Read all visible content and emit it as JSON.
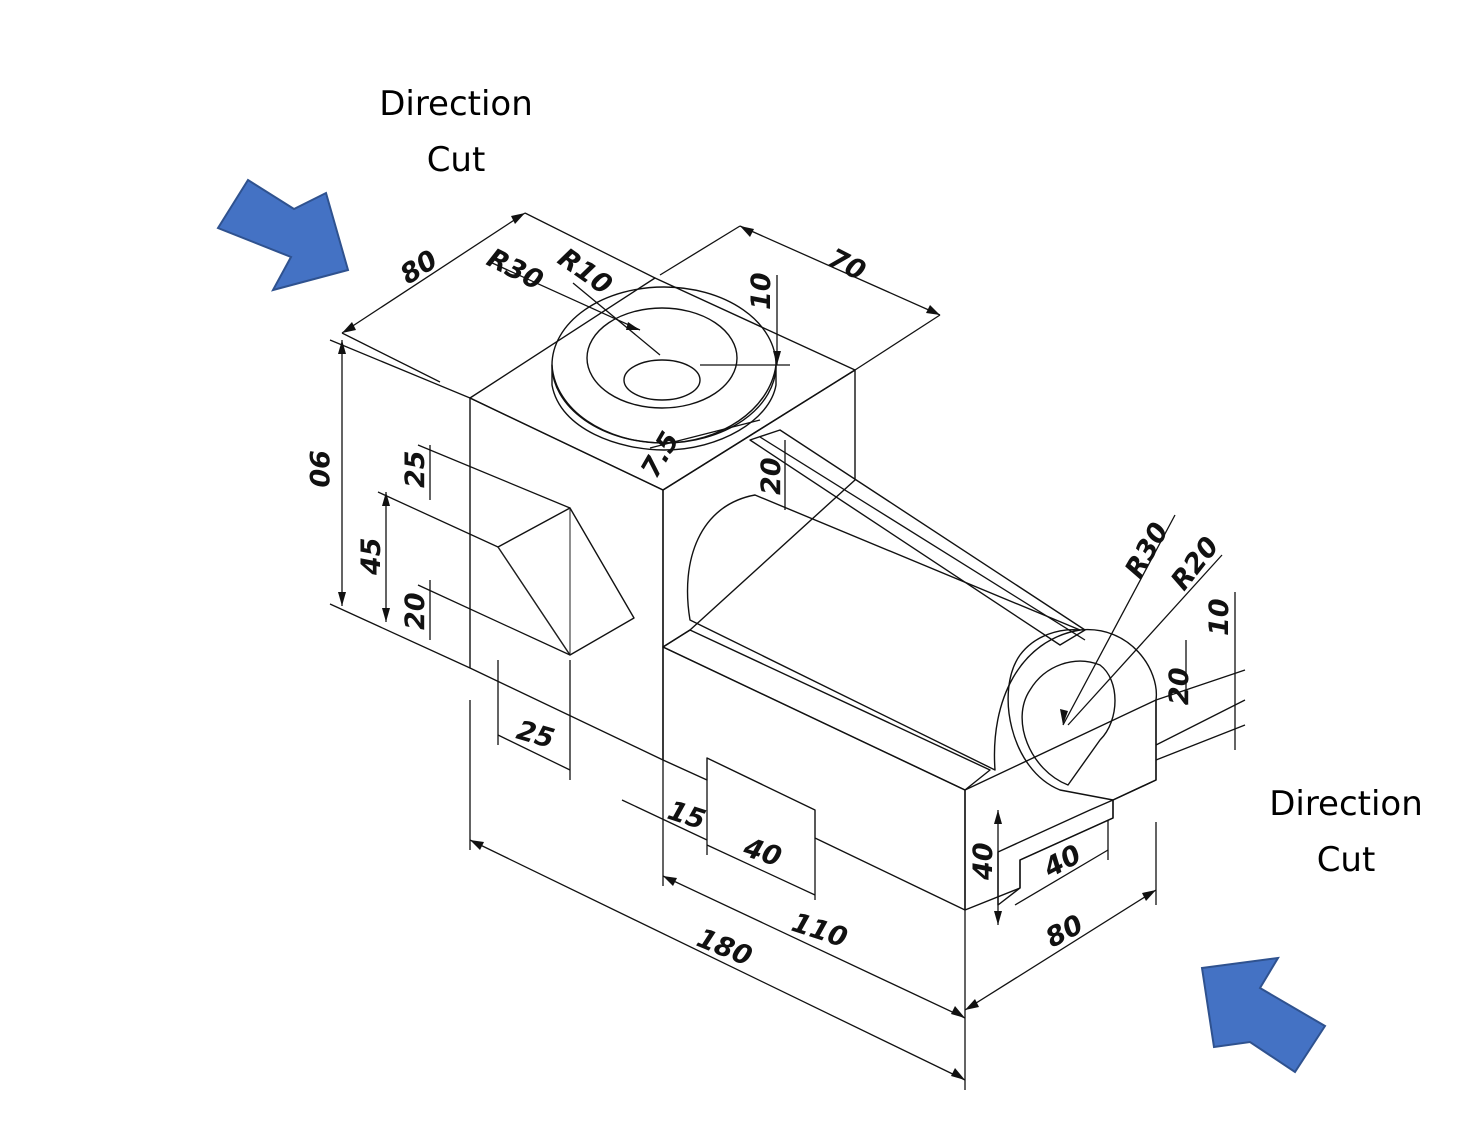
{
  "annotations": {
    "top_left": {
      "line1": "Direction",
      "line2": "Cut"
    },
    "bottom_right": {
      "line1": "Direction",
      "line2": "Cut"
    }
  },
  "colors": {
    "arrow_fill": "#4472C4",
    "arrow_stroke": "#2F528F",
    "body_light": "#7a7b86",
    "body_mid": "#5f606b",
    "body_dark": "#4a4b55",
    "cylinder_light": "#8a8b95"
  },
  "dimensions": {
    "d80_top": "80",
    "r30_top": "R30",
    "r10_top": "R10",
    "d10_top": "10",
    "d70_top": "70",
    "d90": "90",
    "d25_left": "25",
    "d45": "45",
    "d20_left": "20",
    "d7_5": "7.5",
    "d20_mid": "20",
    "r30_right": "R30",
    "r20_right": "R20",
    "d10_right": "10",
    "d20_right": "20",
    "d25_bottom": "25",
    "d15": "15",
    "d40_bottom": "40",
    "d110": "110",
    "d180": "180",
    "d40_vert": "40",
    "d40_slot": "40",
    "d80_bottom": "80"
  }
}
